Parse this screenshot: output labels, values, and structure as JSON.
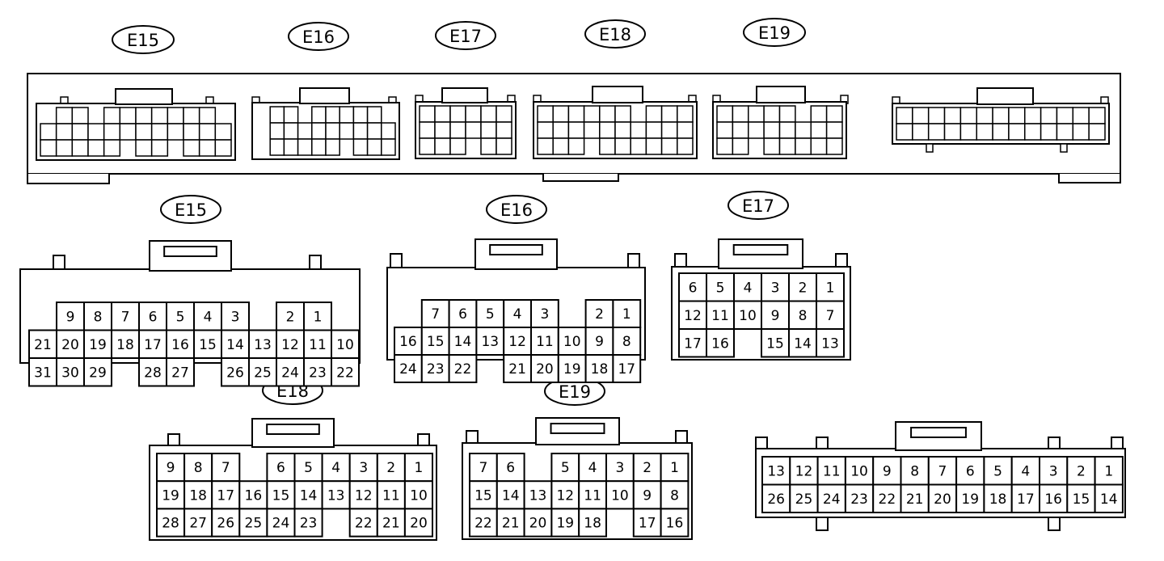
{
  "ecu_labels": [
    "E15",
    "E16",
    "E17",
    "E18",
    "E19"
  ],
  "connectors": [
    {
      "id": "e15",
      "label": "E15",
      "rows": [
        [
          null,
          "9",
          "8",
          "7",
          "6",
          "5",
          "4",
          "3",
          null,
          "2",
          "1",
          null
        ],
        [
          "21",
          "20",
          "19",
          "18",
          "17",
          "16",
          "15",
          "14",
          "13",
          "12",
          "11",
          "10"
        ],
        [
          "31",
          "30",
          "29",
          null,
          "28",
          "27",
          null,
          "26",
          "25",
          "24",
          "23",
          "22"
        ]
      ]
    },
    {
      "id": "e16",
      "label": "E16",
      "rows": [
        [
          null,
          "7",
          "6",
          "5",
          "4",
          "3",
          null,
          "2",
          "1",
          null
        ],
        [
          "16",
          "15",
          "14",
          "13",
          "12",
          "11",
          "10",
          "9",
          "8",
          null
        ],
        [
          "24",
          "23",
          "22",
          null,
          "21",
          "20",
          "19",
          "18",
          "17",
          null
        ]
      ]
    },
    {
      "id": "e17",
      "label": "E17",
      "rows": [
        [
          "6",
          "5",
          "4",
          "3",
          "2",
          "1"
        ],
        [
          "12",
          "11",
          "10",
          "9",
          "8",
          "7"
        ],
        [
          "17",
          "16",
          null,
          "15",
          "14",
          "13"
        ]
      ]
    },
    {
      "id": "e18",
      "label": "E18",
      "rows": [
        [
          "9",
          "8",
          "7",
          null,
          "6",
          "5",
          "4",
          "3",
          "2",
          "1"
        ],
        [
          "19",
          "18",
          "17",
          "16",
          "15",
          "14",
          "13",
          "12",
          "11",
          "10"
        ],
        [
          "28",
          "27",
          "26",
          "25",
          "24",
          "23",
          null,
          "22",
          "21",
          "20"
        ]
      ]
    },
    {
      "id": "e19",
      "label": "E19",
      "rows": [
        [
          "7",
          "6",
          null,
          "5",
          "4",
          "3",
          "2",
          "1"
        ],
        [
          "15",
          "14",
          "13",
          "12",
          "11",
          "10",
          "9",
          "8"
        ],
        [
          "22",
          "21",
          "20",
          "19",
          "18",
          null,
          "17",
          "16"
        ]
      ]
    },
    {
      "id": "unlabeled",
      "label": "",
      "rows": [
        [
          "13",
          "12",
          "11",
          "10",
          "9",
          "8",
          "7",
          "6",
          "5",
          "4",
          "3",
          "2",
          "1"
        ],
        [
          "26",
          "25",
          "24",
          "23",
          "22",
          "21",
          "20",
          "19",
          "18",
          "17",
          "16",
          "15",
          "14"
        ]
      ]
    }
  ]
}
